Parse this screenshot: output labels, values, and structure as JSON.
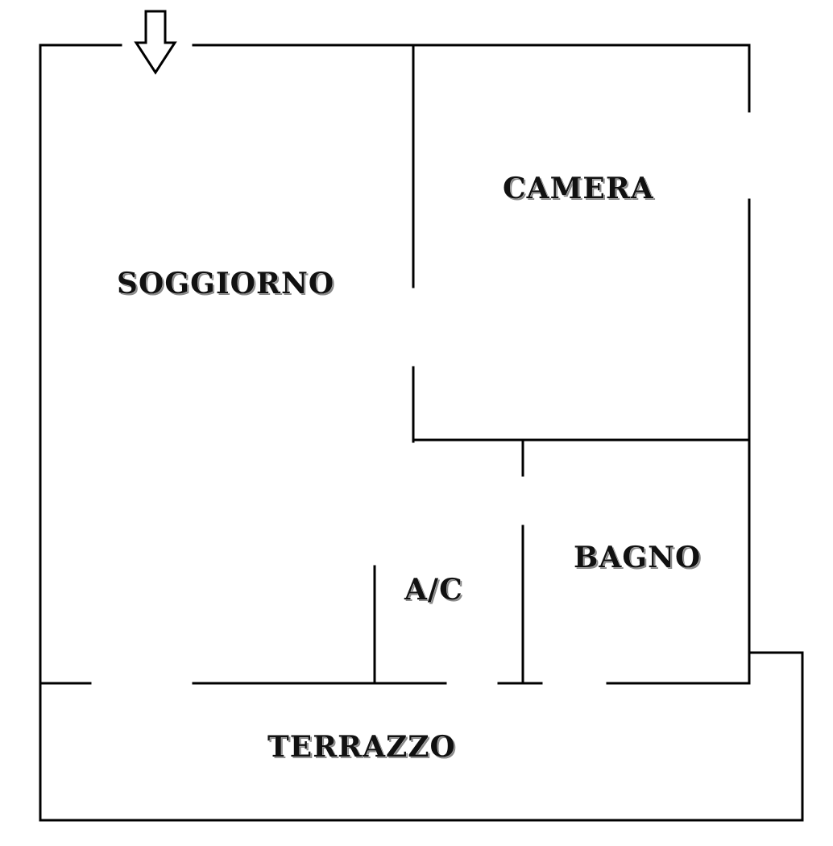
{
  "rooms": {
    "soggiorno": "SOGGIORNO",
    "camera": "CAMERA",
    "bagno": "BAGNO",
    "ac": "A/C",
    "terrazzo": "TERRAZZO"
  },
  "icons": {
    "entrance": "down-arrow-icon"
  },
  "colors": {
    "wall": "#000000",
    "label": "#111111",
    "background": "#ffffff"
  }
}
